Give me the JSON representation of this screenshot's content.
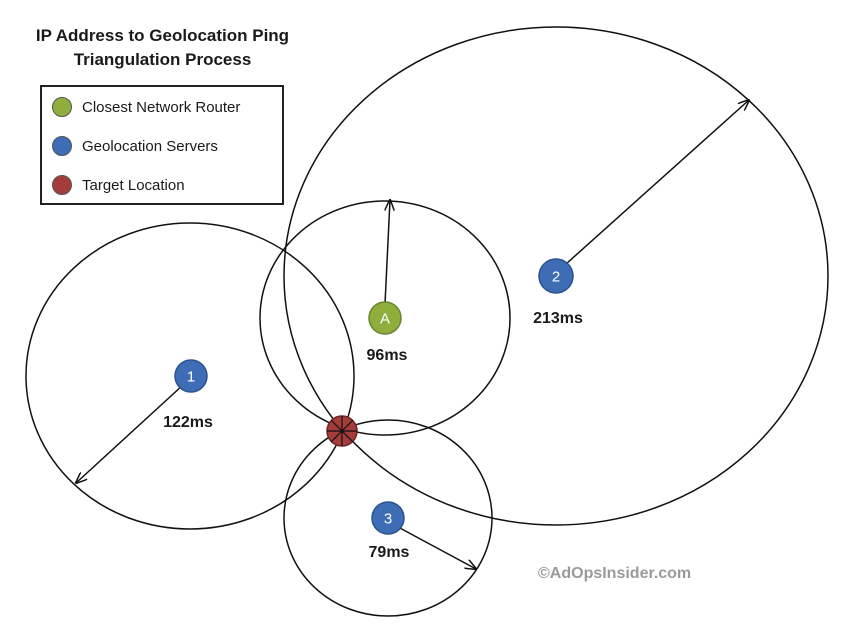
{
  "title": {
    "line1": "IP Address to Geolocation Ping",
    "line2": "Triangulation Process"
  },
  "legend": {
    "items": [
      {
        "label": "Closest Network Router",
        "color": "#8fae3e"
      },
      {
        "label": "Geolocation Servers",
        "color": "#3e6db5"
      },
      {
        "label": "Target Location",
        "color": "#a33c3a"
      }
    ]
  },
  "nodes": {
    "router": {
      "label": "A",
      "ping": "96ms"
    },
    "server1": {
      "label": "1",
      "ping": "122ms"
    },
    "server2": {
      "label": "2",
      "ping": "213ms"
    },
    "server3": {
      "label": "3",
      "ping": "79ms"
    }
  },
  "copyright": "©AdOpsInsider.com"
}
